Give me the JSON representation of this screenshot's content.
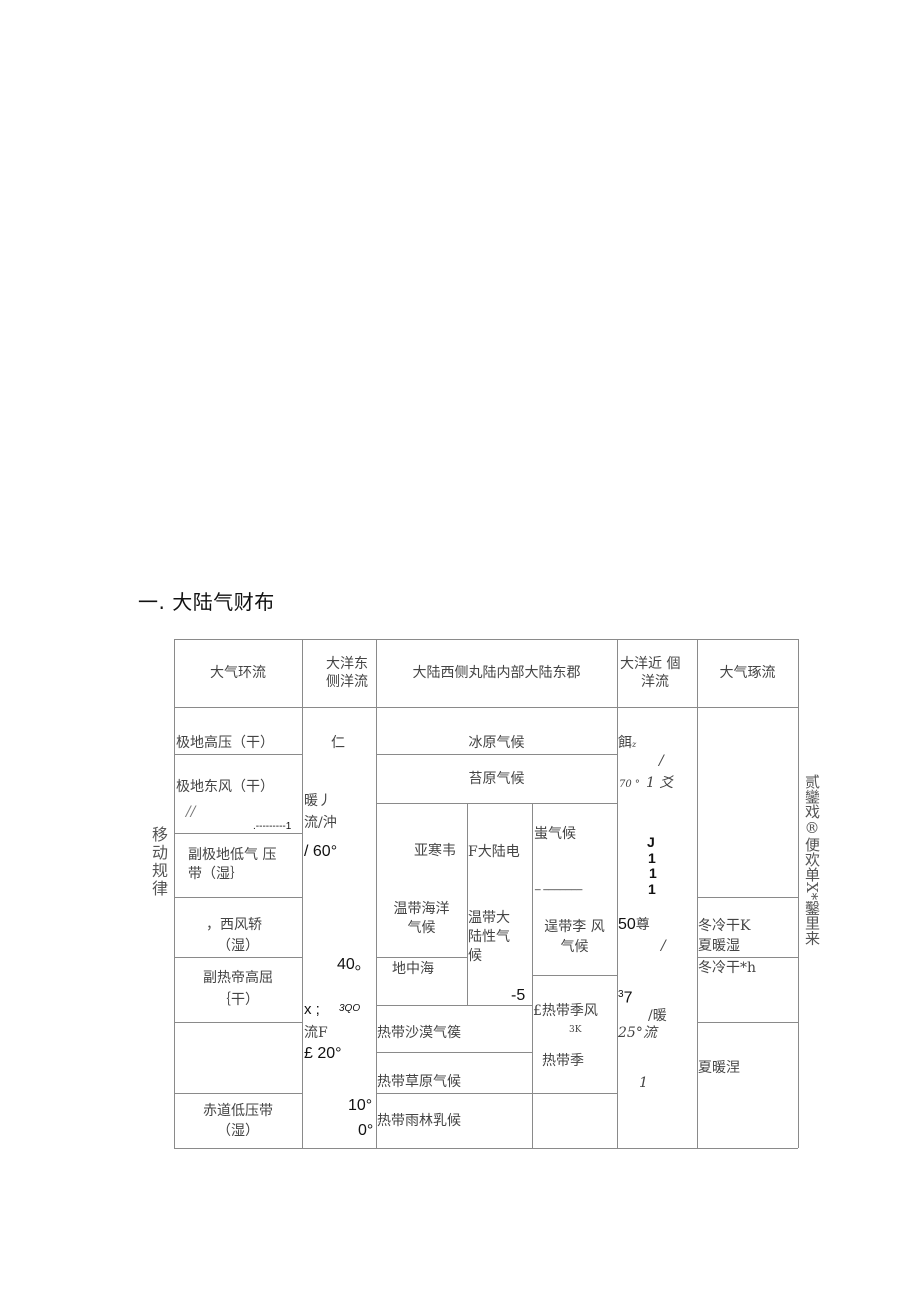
{
  "document": {
    "section_title": "一. 大陆气财布",
    "left_side_label": "移动规律",
    "right_side_label": "贰鑾戏®便欢单X*鑿里来"
  },
  "table": {
    "headers": {
      "atmospheric_circulation": "大气环流",
      "east_ocean_current": [
        "大洋东",
        "侧洋流"
      ],
      "continent_sides": "大陆西侧丸陆内部大陆东郡",
      "west_ocean_current": [
        "大洋近 個",
        "洋流"
      ],
      "atmospheric_circulation_2": "大气琢流"
    },
    "pressure_belts": [
      "极地高压（干）",
      "极地东风（干）",
      "副极地低气 压带（湿｝",
      "，西风轿（湿）",
      "副热帝高屈｛干）",
      "",
      "赤道低压带（湿）"
    ],
    "pressure_belt_lines": {
      "row1_sub1": [
        "副极地低气 压",
        "带（湿｝"
      ],
      "row3": [
        "，西风轿",
        "（湿）"
      ],
      "row4": [
        "副热帝高屈",
        "｛干）"
      ],
      "row6": [
        "赤道低压带",
        "（湿）"
      ]
    },
    "misc_marks": {
      "slashes": "//",
      "dash_one": ".---------1"
    },
    "east_current_column": {
      "top_mark": "仁",
      "warm_current": [
        "暖丿",
        "流/沖"
      ],
      "lat_60": "/ 60°",
      "lat_40": "40。",
      "x_mark": "x ;",
      "mark_3qo": "3QO",
      "current_f": "流F",
      "lat_20": "£ 20°",
      "lat_10": "10°",
      "lat_0": "0°"
    },
    "climates": {
      "ice_cap": "冰原气候",
      "tundra": "苔原气候",
      "subarctic": "亚寒韦",
      "continental_f": "F大陆电",
      "monsoon_climate": "蚩气候",
      "dash_line": "_ _______",
      "temperate_maritime": [
        "温带海洋",
        "气候"
      ],
      "temperate_continental": [
        "温带大",
        "陆性气",
        "候"
      ],
      "temperate_monsoon": [
        "逞带李 风",
        "气候"
      ],
      "mediterranean": "地中海",
      "minus_five": "-5",
      "tropical_monsoon": "£热带季风",
      "mark_3k": "3K",
      "tropical_season": "热带季",
      "tropical_desert": "热带沙漠气篌",
      "tropical_savanna": "热带草原气候",
      "tropical_rainforest": "热带雨林乳候"
    },
    "west_current_column": {
      "top_mark": "餌",
      "sub_z": "z",
      "slash_1": "/",
      "lat_70": "70 °",
      "one_cross": "1  爻",
      "j_mark": "J",
      "ones": [
        "1",
        "1",
        "1"
      ],
      "lat_50": "50",
      "zun": "尊",
      "slash_2": "/",
      "sup_3": "3",
      "seven": "7",
      "warm": "/暖",
      "lat_25": "25°流",
      "one_bottom": "1"
    },
    "right_circulation": {
      "winter_cold_dry_k": "冬冷干K",
      "summer_warm_wet": "夏暖湿",
      "winter_cold_dry_h": "冬冷干*h",
      "summer_warm_wet_2": "夏暖涅"
    }
  }
}
